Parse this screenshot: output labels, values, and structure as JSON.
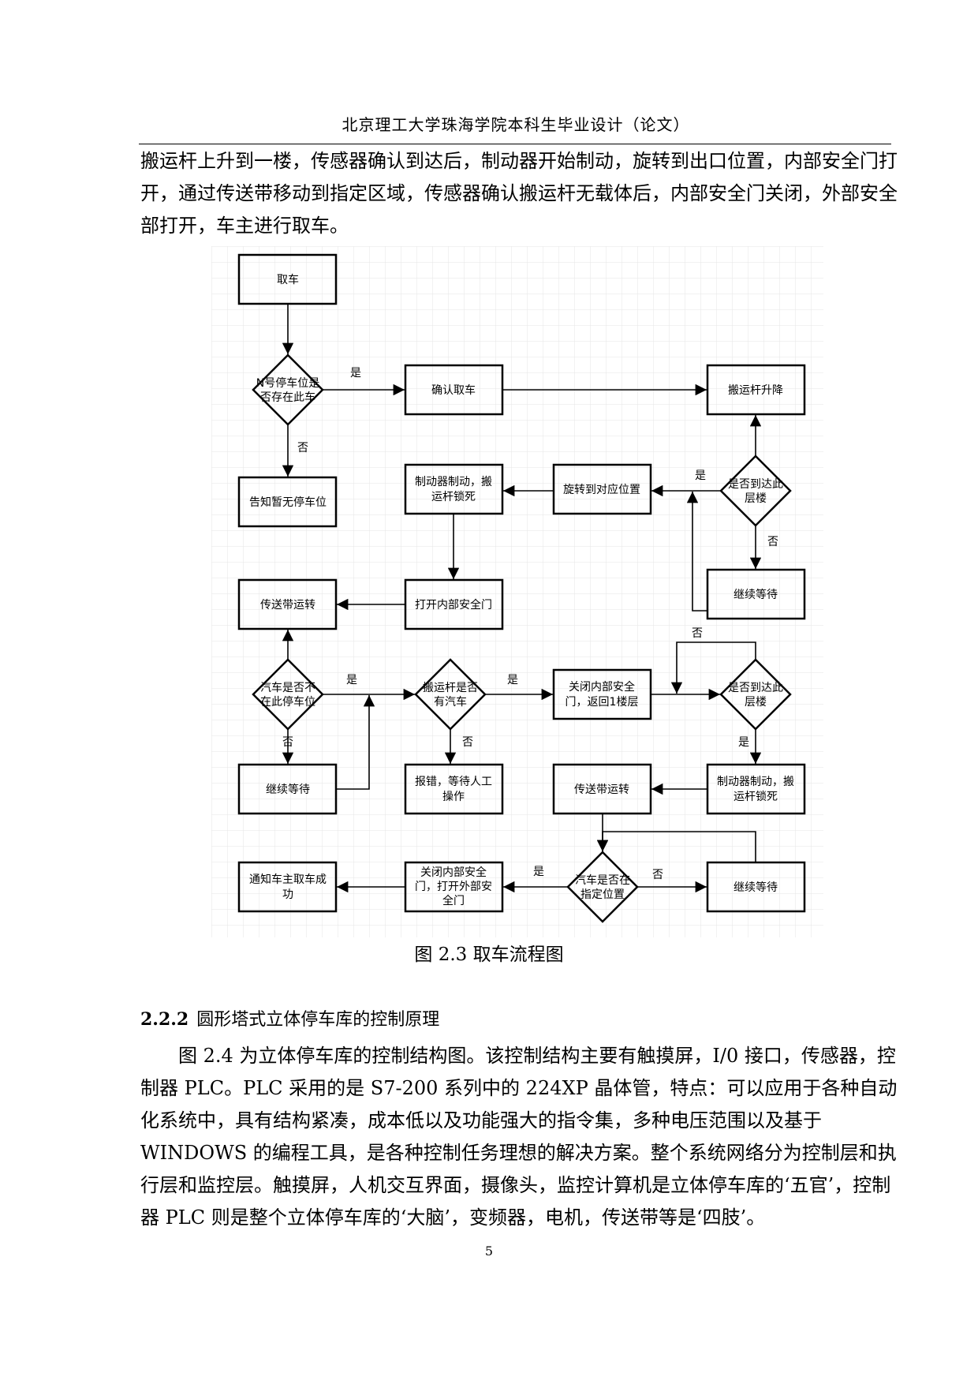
{
  "header": "北京理工大学珠海学院本科生毕业设计（论文）",
  "intro_paragraph": "搬运杆上升到一楼，传感器确认到达后，制动器开始制动，旋转到出口位置，内部安全门打开，通过传送带移动到指定区域，传感器确认搬运杆无载体后，内部安全门关闭，外部安全部打开，车主进行取车。",
  "flowchart": {
    "nodes": {
      "start": "取车",
      "d_exists_1": "N号停车位是",
      "d_exists_2": "否存在此车",
      "confirm": "确认取车",
      "lift": "搬运杆升降",
      "notify_none": "告知暂无停车位",
      "brake1_1": "制动器制动，搬",
      "brake1_2": "运杆锁死",
      "rotate": "旋转到对应位置",
      "d_floor1_1": "是否到达此",
      "d_floor1_2": "层楼",
      "wait1": "继续等待",
      "conveyor1": "传送带运转",
      "open_inner": "打开内部安全门",
      "d_car_gone_1": "汽车是否不",
      "d_car_gone_2": "在此停车位",
      "d_loaded_1": "搬运杆是否",
      "d_loaded_2": "有汽车",
      "close_inner_1": "关闭内部安全",
      "close_inner_2": "门，返回1楼层",
      "d_floor2_1": "是否到达此",
      "d_floor2_2": "层楼",
      "wait2": "继续等待",
      "alarm_1": "报错，等待人工",
      "alarm_2": "操作",
      "conveyor2": "传送带运转",
      "brake2_1": "制动器制动，搬",
      "brake2_2": "运杆锁死",
      "notify_done_1": "通知车主取车成",
      "notify_done_2": "功",
      "close_open_1": "关闭内部安全",
      "close_open_2": "门，打开外部安",
      "close_open_3": "全门",
      "d_position_1": "汽车是否在",
      "d_position_2": "指定位置",
      "wait3": "继续等待"
    },
    "labels": {
      "yes": "是",
      "no": "否"
    }
  },
  "caption": "图 2.3  取车流程图",
  "section": {
    "number": "2.2.2",
    "title": "圆形塔式立体停车库的控制原理"
  },
  "body_paragraph": "图 2.4 为立体停车库的控制结构图。该控制结构主要有触摸屏，I/0 接口，传感器，控制器 PLC。PLC 采用的是 S7-200 系列中的 224XP 晶体管，特点：可以应用于各种自动化系统中，具有结构紧凑，成本低以及功能强大的指令集，多种电压范围以及基于 WINDOWS 的编程工具，是各种控制任务理想的解决方案。整个系统网络分为控制层和执行层和监控层。触摸屏，人机交互界面，摄像头，监控计算机是立体停车库的‘五官’，控制器 PLC 则是整个立体停车库的‘大脑’，变频器，电机，传送带等是‘四肢’。",
  "page_number": "5",
  "colors": {
    "grid": "#e6e6e6",
    "stroke": "#000000"
  }
}
